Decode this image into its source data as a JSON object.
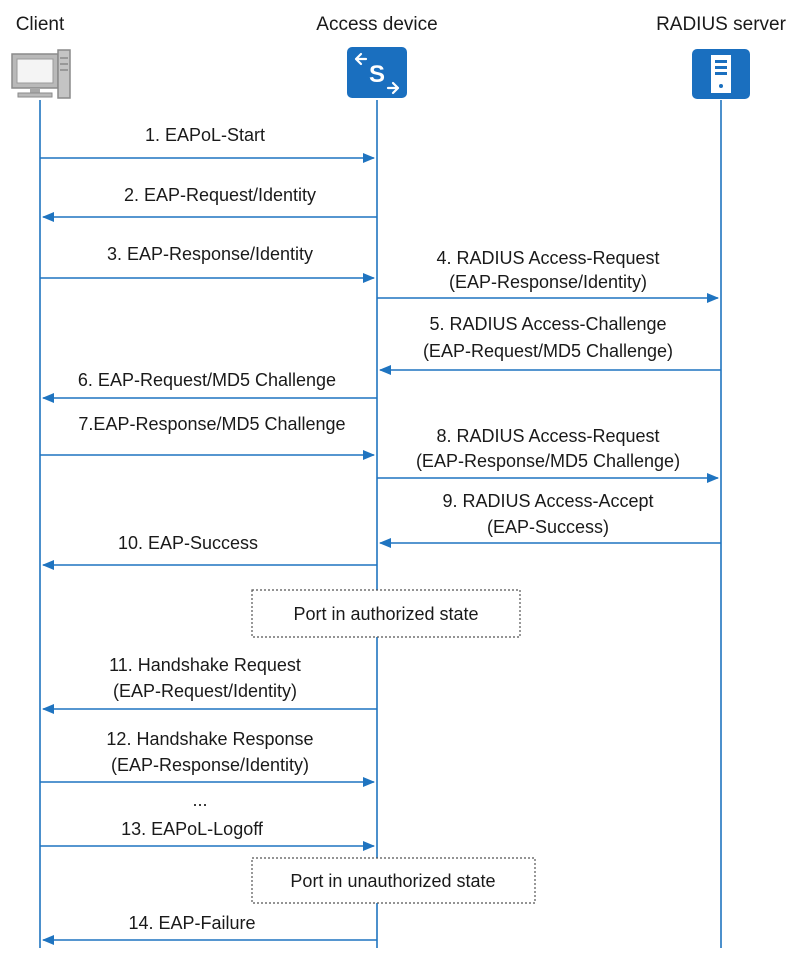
{
  "colors": {
    "line": "#1f74c0",
    "icon_blue": "#1a6fbf",
    "text": "#1a1a1a",
    "gray": "#8a8a8a"
  },
  "actors": [
    {
      "key": "client",
      "name": "Client",
      "icon": "computer-icon"
    },
    {
      "key": "access",
      "name": "Access device",
      "icon": "switch-icon"
    },
    {
      "key": "server",
      "name": "RADIUS server",
      "icon": "server-icon"
    }
  ],
  "messages": [
    {
      "from": "client",
      "to": "access",
      "lines": [
        "1. EAPoL-Start"
      ]
    },
    {
      "from": "access",
      "to": "client",
      "lines": [
        "2. EAP-Request/Identity"
      ]
    },
    {
      "from": "client",
      "to": "access",
      "lines": [
        "3. EAP-Response/Identity"
      ]
    },
    {
      "from": "access",
      "to": "server",
      "lines": [
        "4. RADIUS Access-Request",
        "(EAP-Response/Identity)"
      ]
    },
    {
      "from": "server",
      "to": "access",
      "lines": [
        "5. RADIUS Access-Challenge",
        "(EAP-Request/MD5 Challenge)"
      ]
    },
    {
      "from": "access",
      "to": "client",
      "lines": [
        "6. EAP-Request/MD5 Challenge"
      ]
    },
    {
      "from": "client",
      "to": "access",
      "lines": [
        "7.EAP-Response/MD5 Challenge"
      ]
    },
    {
      "from": "access",
      "to": "server",
      "lines": [
        "8. RADIUS Access-Request",
        "(EAP-Response/MD5 Challenge)"
      ]
    },
    {
      "from": "server",
      "to": "access",
      "lines": [
        "9. RADIUS Access-Accept",
        "(EAP-Success)"
      ]
    },
    {
      "from": "access",
      "to": "client",
      "lines": [
        "10. EAP-Success"
      ]
    },
    {
      "from": "access",
      "to": "client",
      "lines": [
        "11. Handshake Request",
        "(EAP-Request/Identity)"
      ]
    },
    {
      "from": "client",
      "to": "access",
      "lines": [
        "12. Handshake Response",
        "(EAP-Response/Identity)"
      ]
    },
    {
      "from": "client",
      "to": "access",
      "lines": [
        "13. EAPoL-Logoff"
      ]
    },
    {
      "from": "access",
      "to": "client",
      "lines": [
        "14. EAP-Failure"
      ]
    }
  ],
  "states": [
    {
      "text": "Port in authorized state"
    },
    {
      "text": "Port in unauthorized state"
    }
  ],
  "ellipsis": "..."
}
